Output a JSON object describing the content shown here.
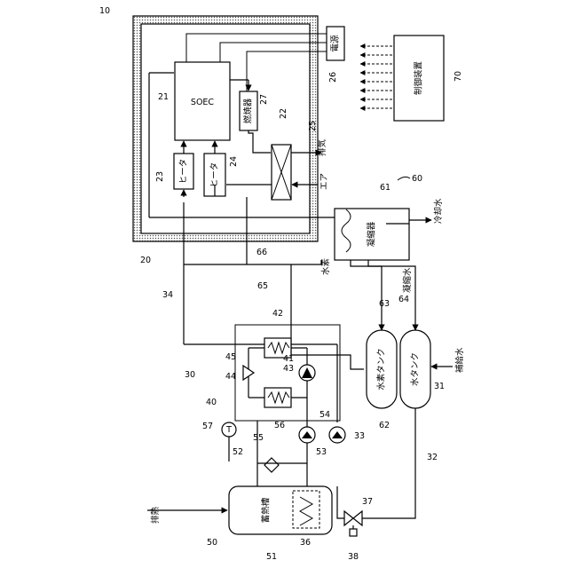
{
  "labels": {
    "system_ref": "10",
    "soec_unit_ref": "20",
    "soec": "SOEC",
    "soec_ref": "21",
    "heat_exchanger_ref": "22",
    "heater_a": "ヒータ",
    "heater_a_ref": "23",
    "heater_b": "ヒータ",
    "heater_b_ref": "24",
    "insulation_ref": "25",
    "power_source": "電源",
    "power_source_ref": "26",
    "combustor": "燃焼器",
    "combustor_ref": "27",
    "exhaust": "排気",
    "air": "エア",
    "condenser_unit_ref": "60",
    "condenser": "凝縮器",
    "condenser_ref": "61",
    "cooling_water": "冷却水",
    "hydrogen": "水素",
    "condensed_water": "凝縮水",
    "hydrogen_tank": "水素タンク",
    "hydrogen_tank_ref": "62",
    "water_tank": "水タンク",
    "water_tank_ref": "31",
    "makeup_water": "補給水",
    "controller": "制御装置",
    "controller_ref": "70",
    "line_63": "63",
    "line_64": "64",
    "line_65": "65",
    "line_66": "66",
    "line_34": "34",
    "line_32": "32",
    "pump_33": "33",
    "heat_unit_ref": "30",
    "heat_unit_40": "40",
    "valve_41": "41",
    "exchanger_42": "42",
    "pump_43": "43",
    "heat_44": "44",
    "valve_45": "45",
    "line_52": "52",
    "pump_53": "53",
    "pump_54": "54",
    "line_55": "55",
    "valve_56": "56",
    "temp_57": "57",
    "temp_symbol": "T",
    "storage_unit_ref": "50",
    "storage_tank": "蓄熱槽",
    "storage_tank_ref": "51",
    "exhaust_heat": "排熱",
    "coil_36": "36",
    "valve_37": "37",
    "valve_38": "38"
  }
}
